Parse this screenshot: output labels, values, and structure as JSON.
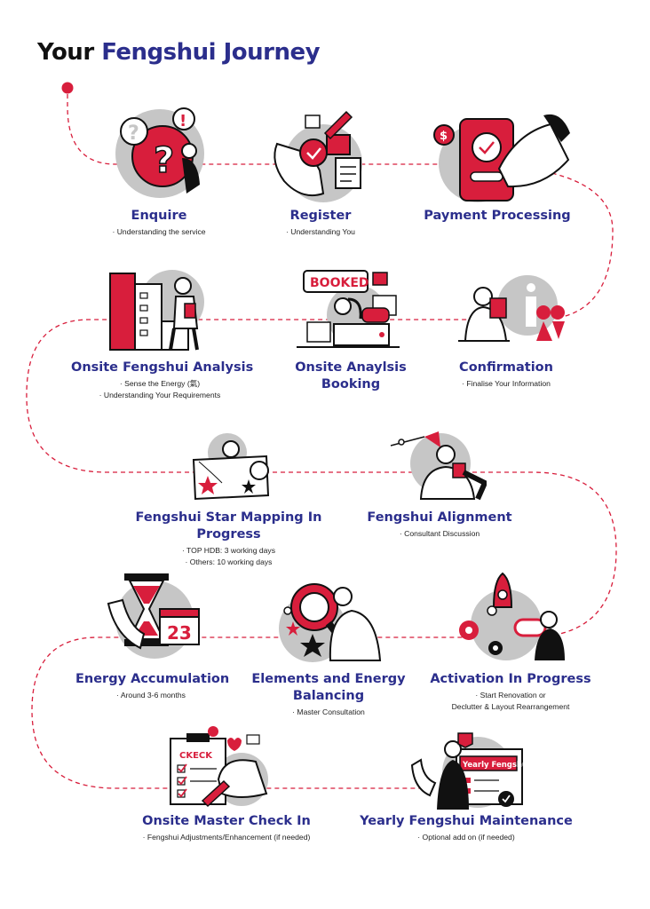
{
  "title": {
    "part1": "Your",
    "part2": "Fengshui Journey"
  },
  "colors": {
    "accent": "#d81e3c",
    "navy": "#2b2e8c",
    "grey": "#c6c6c6",
    "ink": "#111111"
  },
  "steps": [
    {
      "title": "Enquire",
      "desc": [
        "· Understanding the service"
      ],
      "icon": "question-speech-icon"
    },
    {
      "title": "Register",
      "desc": [
        "· Understanding You"
      ],
      "icon": "ok-hand-checklist-icon"
    },
    {
      "title": "Payment Processing",
      "desc": [],
      "icon": "mobile-payment-icon"
    },
    {
      "title": "Onsite Fengshui Analysis",
      "desc": [
        "· Sense the Energy (氣)",
        "· Understanding Your Requirements"
      ],
      "icon": "building-analysis-icon"
    },
    {
      "title": "Onsite Anaylsis Booking",
      "desc": [],
      "icon": "booked-laptop-icon",
      "badge": "BOOKED"
    },
    {
      "title": "Confirmation",
      "desc": [
        "· Finalise Your Information"
      ],
      "icon": "info-reading-icon"
    },
    {
      "title": "Fengshui Star Mapping In Progress",
      "desc": [
        "· TOP HDB: 3 working days",
        "· Others: 10 working days"
      ],
      "icon": "star-map-scroll-icon"
    },
    {
      "title": "Fengshui Alignment",
      "desc": [
        "· Consultant Discussion"
      ],
      "icon": "consultant-discussion-icon"
    },
    {
      "title": "Energy Accumulation",
      "desc": [
        "· Around 3-6 months"
      ],
      "icon": "hourglass-calendar-icon",
      "calendar_day": "23"
    },
    {
      "title": "Elements and Energy Balancing",
      "desc": [
        "· Master Consultation"
      ],
      "icon": "magnifier-stars-icon"
    },
    {
      "title": "Activation In Progress",
      "desc": [
        "· Start Renovation or",
        "Declutter & Layout Rearrangement"
      ],
      "icon": "rocket-gears-icon"
    },
    {
      "title": "Onsite Master Check In",
      "desc": [
        "· Fengshui Adjustments/Enhancement (if needed)"
      ],
      "icon": "clipboard-check-icon",
      "badge": "CKECK"
    },
    {
      "title": "Yearly Fengshui Maintenance",
      "desc": [
        "· Optional add on (if needed)"
      ],
      "icon": "yearly-calendar-icon",
      "badge": "Yearly Fengshui"
    }
  ]
}
